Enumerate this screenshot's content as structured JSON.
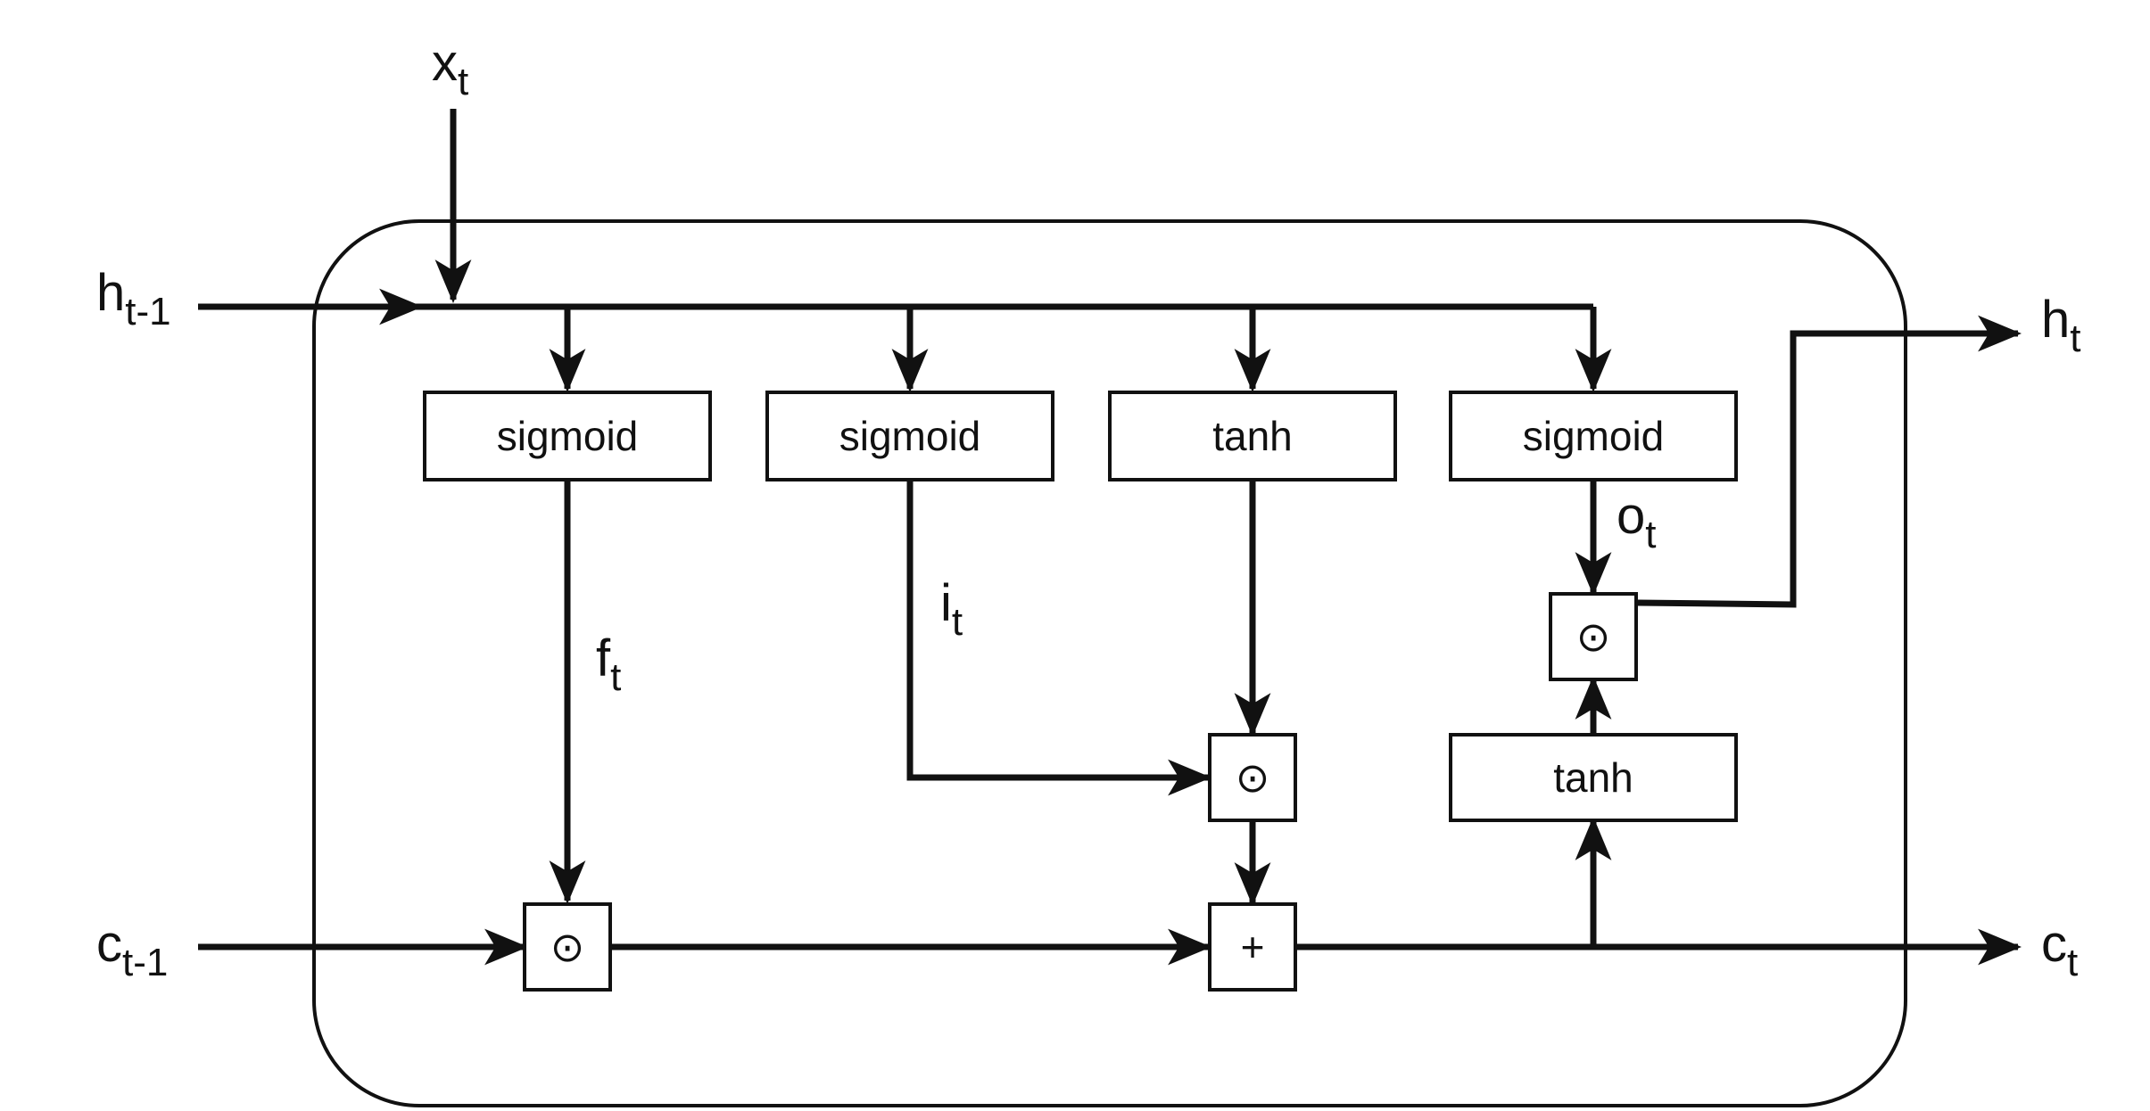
{
  "gates": {
    "forget": "sigmoid",
    "input": "sigmoid",
    "candidate": "tanh",
    "output": "sigmoid",
    "cell_tanh": "tanh"
  },
  "operators": {
    "forget_mult": "⊙",
    "input_mult": "⊙",
    "add": "+",
    "output_mult": "⊙"
  },
  "variables": {
    "x_t": {
      "base": "x",
      "sub": "t"
    },
    "h_prev": {
      "base": "h",
      "sub": "t-1"
    },
    "c_prev": {
      "base": "c",
      "sub": "t-1"
    },
    "h_t": {
      "base": "h",
      "sub": "t"
    },
    "c_t": {
      "base": "c",
      "sub": "t"
    },
    "f_t": {
      "base": "f",
      "sub": "t"
    },
    "i_t": {
      "base": "i",
      "sub": "t"
    },
    "o_t": {
      "base": "o",
      "sub": "t"
    }
  }
}
